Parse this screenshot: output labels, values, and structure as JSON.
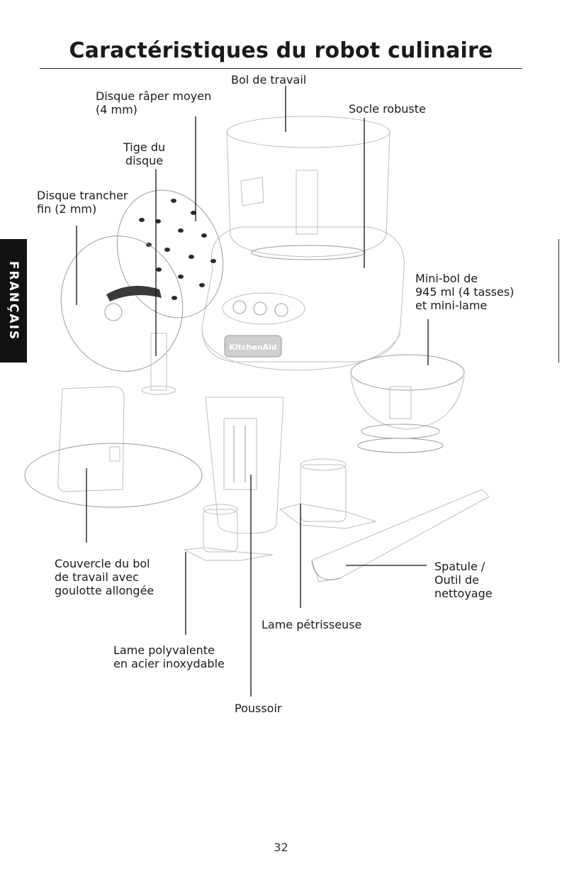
{
  "page": {
    "title": "Caractéristiques du robot culinaire",
    "side_tab": "FRANÇAIS",
    "page_number": "32",
    "brand_badge": "KitchenAid"
  },
  "labels": {
    "work_bowl": "Bol de travail",
    "medium_shred_disc": [
      "Disque râper moyen",
      "(4 mm)"
    ],
    "disc_stem": [
      "Tige du",
      "disque"
    ],
    "thin_slice_disc": [
      "Disque trancher",
      "fin (2 mm)"
    ],
    "sturdy_base": "Socle robuste",
    "mini_bowl": [
      "Mini-bol de",
      "945 ml (4 tasses)",
      "et mini-lame"
    ],
    "work_bowl_cover": [
      "Couvercle du bol",
      "de travail avec",
      "goulotte allongée"
    ],
    "spatula": [
      "Spatule /",
      "Outil de",
      "nettoyage"
    ],
    "dough_blade": "Lame pétrisseuse",
    "multipurpose_blade": [
      "Lame polyvalente",
      "en acier inoxydable"
    ],
    "food_pusher": "Poussoir"
  }
}
